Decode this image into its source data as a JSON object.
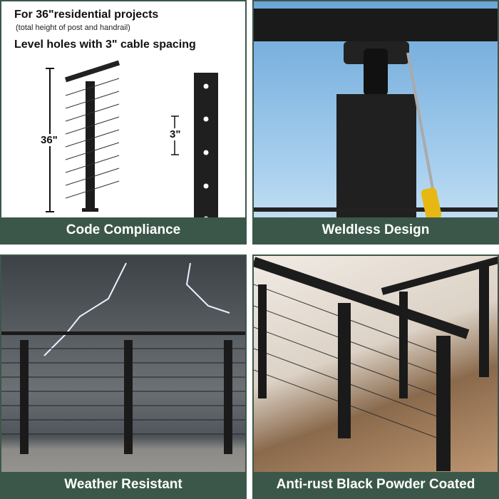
{
  "panels": [
    {
      "label": "Code Compliance",
      "heading": "For 36\"residential projects",
      "subheading": "(total height of post and handrail)",
      "heading2": "Level holes with 3\" cable spacing",
      "height_dim": "36\"",
      "spacing_dim": "3\""
    },
    {
      "label": "Weldless Design"
    },
    {
      "label": "Weather Resistant"
    },
    {
      "label": "Anti-rust Black Powder Coated"
    }
  ],
  "colors": {
    "banner": "#3b5749",
    "post": "#1c1c1c"
  }
}
